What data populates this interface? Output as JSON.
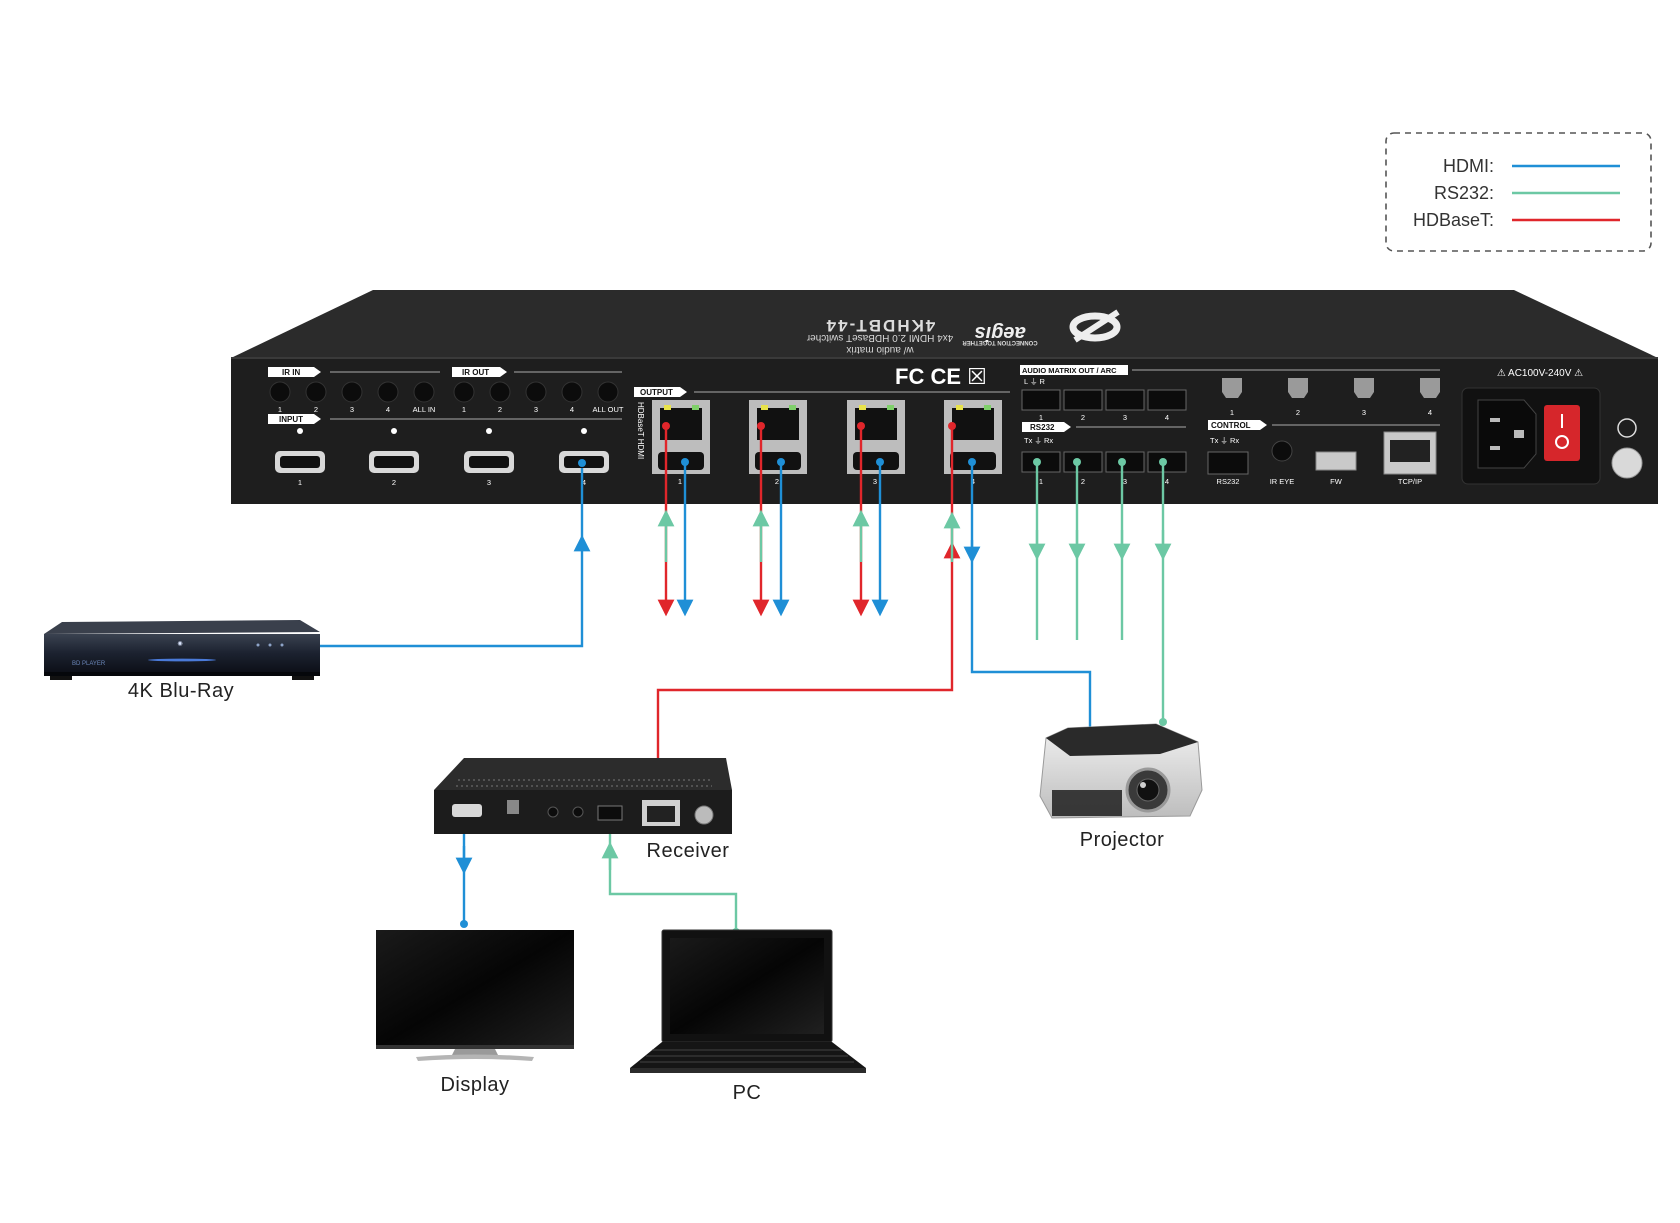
{
  "legend": {
    "items": [
      {
        "label": "HDMI:",
        "color": "#1f8fd6"
      },
      {
        "label": "RS232:",
        "color": "#6cc8a4"
      },
      {
        "label": "HDBaseT:",
        "color": "#e0262b"
      }
    ]
  },
  "switcher": {
    "model_text": "4KHDBT-44",
    "subtitle_text": "4x4 HDMI 2.0 HDBaseT switcher",
    "subtitle2_text": "w/ audio matrix",
    "brand_text": "aegis",
    "tagline_text": "CONNECTION TOGETHER",
    "cert_text": "FC CE ☒",
    "ir_in_label": "IR IN",
    "ir_out_label": "IR OUT",
    "input_label": "INPUT",
    "output_label": "OUTPUT",
    "hdbaset_hdmi_label": "HDBaseT HDMI",
    "all_in_label": "ALL IN",
    "all_out_label": "ALL OUT",
    "ir_in_ports": [
      "1",
      "2",
      "3",
      "4"
    ],
    "ir_out_ports": [
      "1",
      "2",
      "3",
      "4"
    ],
    "input_ports": [
      "1",
      "2",
      "3",
      "4"
    ],
    "output_ports": [
      "1",
      "2",
      "3",
      "4"
    ],
    "audio_matrix_label": "AUDIO MATRIX OUT / ARC",
    "audio_lr_label": "L  ⏚  R",
    "audio_ports": [
      "1",
      "2",
      "3",
      "4"
    ],
    "optical_ports": [
      "1",
      "2",
      "3",
      "4"
    ],
    "rs232_label": "RS232",
    "rs232_pins_label": "Tx ⏚ Rx",
    "rs232_ports": [
      "1",
      "2",
      "3",
      "4"
    ],
    "control_label": "CONTROL",
    "control_pins_label": "Tx ⏚ Rx",
    "control_rs232_label": "RS232",
    "ir_eye_label": "IR EYE",
    "fw_label": "FW",
    "tcpip_label": "TCP/IP",
    "power_label": "⚠ AC100V-240V ⚠"
  },
  "devices": {
    "bluray": {
      "label": "4K Blu-Ray",
      "panel_text": "BD PLAYER"
    },
    "receiver": {
      "label": "Receiver"
    },
    "projector": {
      "label": "Projector"
    },
    "display": {
      "label": "Display"
    },
    "pc": {
      "label": "PC"
    }
  },
  "colors": {
    "hdmi": "#1f8fd6",
    "rs232": "#6cc8a4",
    "hdbaset": "#e0262b",
    "chassis": "#1f1f1f",
    "chassis_top": "#2a2a2a"
  }
}
